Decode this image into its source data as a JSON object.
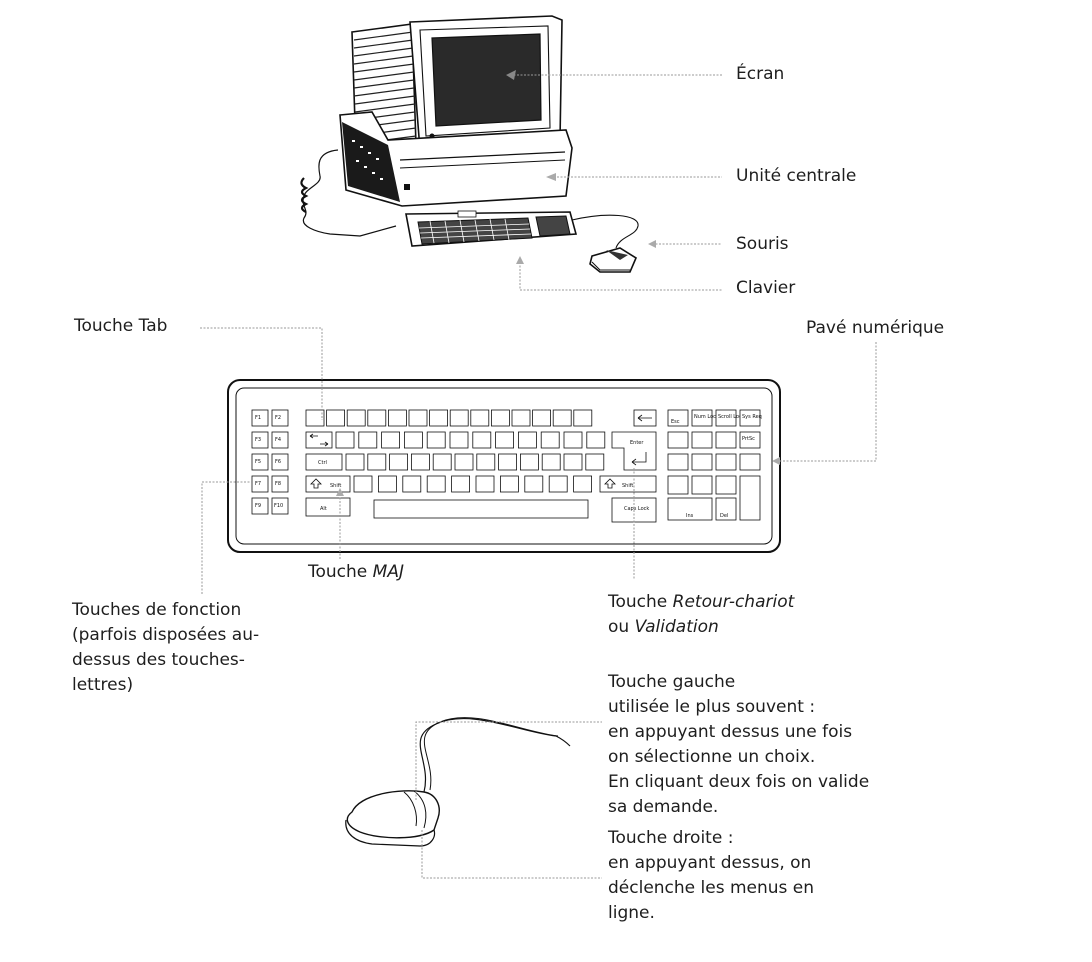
{
  "computer": {
    "screen_label": "Écran",
    "cpu_label": "Unité centrale",
    "mouse_label": "Souris",
    "keyboard_label": "Clavier"
  },
  "keyboard": {
    "tab_label": "Touche Tab",
    "numpad_label": "Pavé numérique",
    "shift_prefix": "Touche ",
    "shift_name": "MAJ",
    "enter_prefix": "Touche ",
    "enter_name1": "Retour-chariot",
    "enter_join": "ou ",
    "enter_name2": "Validation",
    "function_lines": [
      "Touches de fonction",
      "(parfois disposées au-",
      "dessus des touches-",
      "lettres)"
    ],
    "key_labels": {
      "f1": "F1",
      "f2": "F2",
      "f3": "F3",
      "f4": "F4",
      "f5": "F5",
      "f6": "F6",
      "f7": "F7",
      "f8": "F8",
      "f9": "F9",
      "f10": "F10",
      "ctrl": "Ctrl",
      "shift": "Shift",
      "alt": "Alt",
      "enter": "Enter",
      "caps": "Caps Lock",
      "esc": "Esc",
      "numlock": "Num Lock",
      "scroll": "Scroll Lock",
      "sysreq": "Sys Req",
      "prtsc": "PrtSc",
      "del": "Del",
      "ins": "Ins"
    }
  },
  "mouse": {
    "left_lines": [
      "Touche gauche",
      "utilisée le plus souvent :",
      "en appuyant dessus une fois",
      "on sélectionne un choix.",
      "En cliquant deux fois on valide",
      "sa demande."
    ],
    "right_lines": [
      "Touche droite :",
      "en appuyant dessus, on",
      "déclenche les menus en",
      "ligne."
    ]
  }
}
